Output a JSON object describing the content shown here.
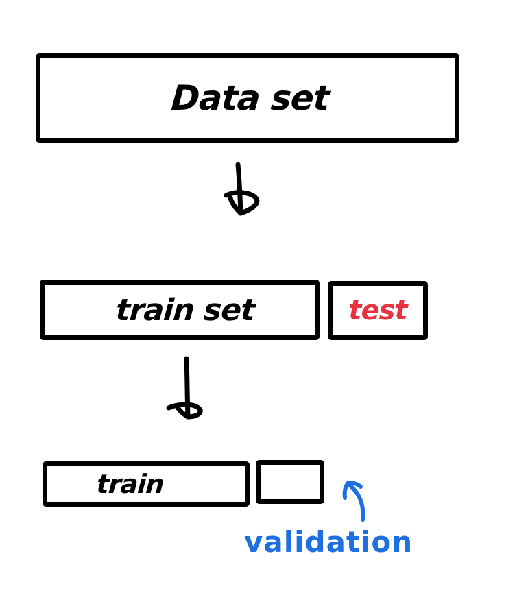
{
  "diagram": {
    "dataset_label": "Data set",
    "trainset_label": "train set",
    "test_label": "test",
    "train_label": "train",
    "validation_label": "validation"
  },
  "colors": {
    "ink": "#000000",
    "test": "#e8323f",
    "validation": "#1e6fe0",
    "background": "#ffffff"
  },
  "icons": {
    "split_arrow_1": "arrow-down-icon",
    "split_arrow_2": "arrow-down-icon",
    "validation_pointer": "arrow-up-left-icon"
  }
}
